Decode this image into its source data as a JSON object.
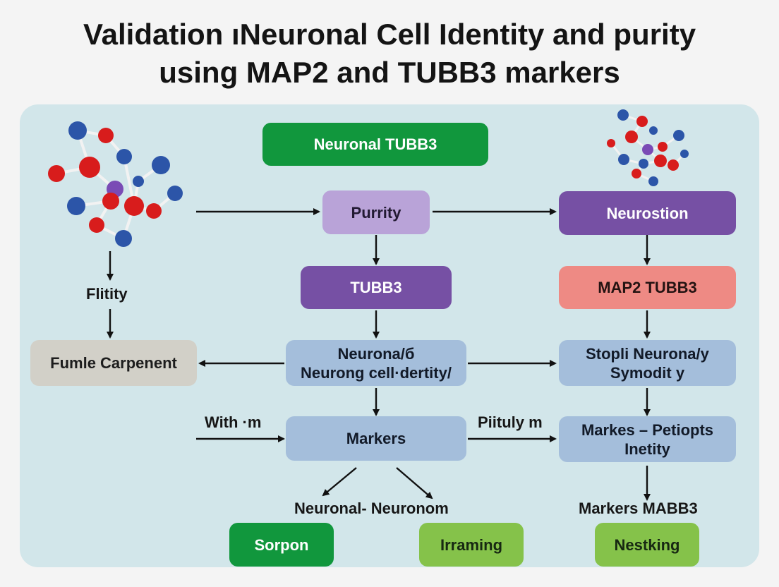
{
  "title": {
    "line1": "Validation ıNeuronal Cell Identity and purity",
    "line2": "using MAP2 and TUBB3 markers"
  },
  "boxes": {
    "neuronal_tubb3": "Neuronal TUBB3",
    "purity": "Purrity",
    "neurostion": "Neurostion",
    "tubb3": "TUBB3",
    "map2_tubb3": "MAP2 TUBB3",
    "fumle_carpenent": "Fumle Carpenent",
    "neuronal_identity_line1": "Neurona/б",
    "neuronal_identity_line2": "Neurong cell·dertity/",
    "stopli_line1": "Stopli Neurona/y",
    "stopli_line2": "Symodit y",
    "markers": "Markers",
    "markes_line1": "Markes – Petiopts",
    "markes_line2": "Inetity",
    "sorpon": "Sorpon",
    "irraming": "Irraming",
    "nestking": "Nestking"
  },
  "labels": {
    "flitity": "Flitity",
    "with_m": "With ·m",
    "piituly_m": "Piituly m",
    "neuronal_neuronom": "Neuronal- Neuronom",
    "markers_mabb3": "Markers MABB3"
  },
  "colors": {
    "green": "#11973d",
    "lime": "#85c24a",
    "lavender": "#b9a3d8",
    "purple": "#7650a4",
    "salmon": "#ee8a84",
    "blue": "#a4bedb",
    "gray": "#d2d0c8",
    "panel": "#d2e6ea",
    "atom_red": "#d81c1c",
    "atom_blue": "#2c55a8",
    "atom_purple": "#7a4bb5"
  },
  "icons": [
    "molecule-icon-left",
    "molecule-icon-right"
  ]
}
